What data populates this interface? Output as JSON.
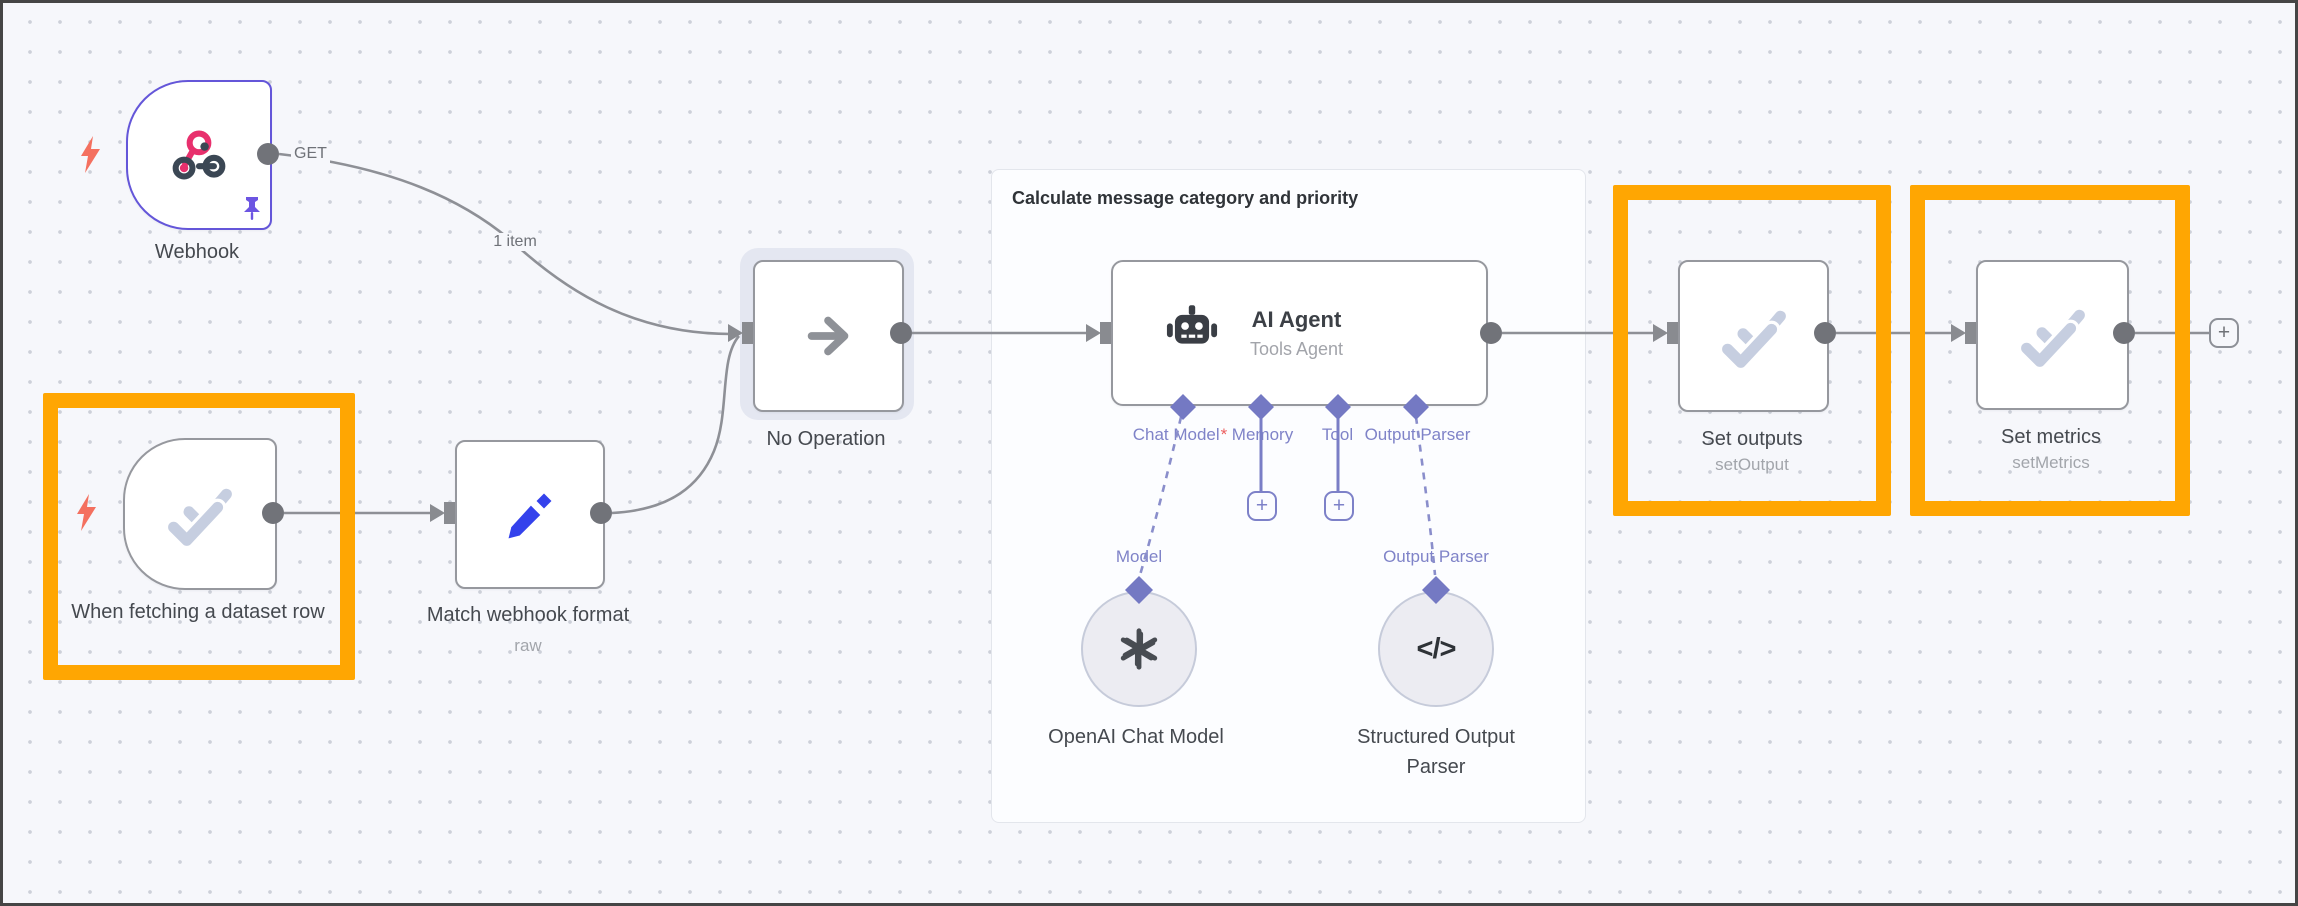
{
  "workflow": {
    "group_title": "Calculate message category and priority",
    "edge_label_items": "1 item",
    "webhook": {
      "label": "Webhook",
      "method": "GET"
    },
    "dataset_trigger": {
      "label": "When fetching a dataset row"
    },
    "match_format": {
      "label": "Match webhook format",
      "subtitle": "raw"
    },
    "noop": {
      "label": "No Operation"
    },
    "ai_agent": {
      "title": "AI Agent",
      "subtitle": "Tools Agent",
      "ports": [
        {
          "label": "Chat Model",
          "required_marker": "*"
        },
        {
          "label": "Memory",
          "required_marker": ""
        },
        {
          "label": "Tool",
          "required_marker": ""
        },
        {
          "label": "Output Parser",
          "required_marker": ""
        }
      ]
    },
    "model_port_label": "Model",
    "output_parser_port_label": "Output Parser",
    "openai_model": {
      "label": "OpenAI Chat Model"
    },
    "structured_parser": {
      "label": "Structured Output Parser"
    },
    "set_outputs": {
      "label": "Set outputs",
      "subtitle": "setOutput"
    },
    "set_metrics": {
      "label": "Set metrics",
      "subtitle": "setMetrics"
    },
    "plus_glyph": "+",
    "parser_icon_glyph": "</>"
  },
  "colors": {
    "highlight_orange": "#FFA602",
    "selected_purple": "#6456D9",
    "node_border_gray": "#96989E",
    "connector_purple": "#7479C3",
    "link_gray": "#8E9096",
    "bolt_red": "#F4705F",
    "pencil_blue": "#3442EC",
    "webhook_pink": "#E8306D",
    "icon_dark": "#3B4754",
    "check_gray_blue": "#C6CEE0"
  }
}
